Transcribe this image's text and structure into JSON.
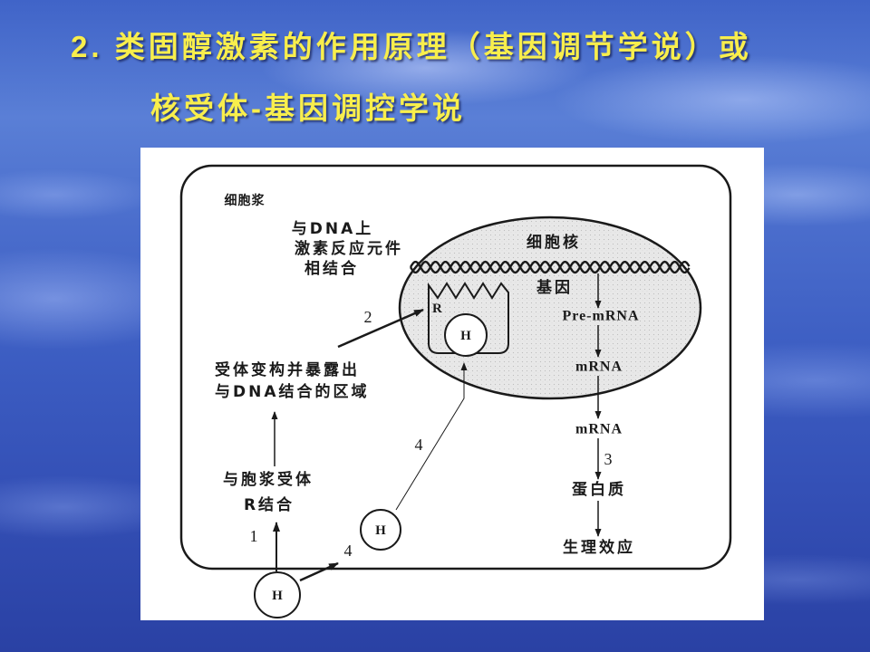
{
  "slide": {
    "title_line1": "2. 类固醇激素的作用原理（基因调节学说）或",
    "title_line2": "核受体-基因调控学说"
  },
  "diagram": {
    "cytoplasm_label": "细胞浆",
    "nucleus_label": "细胞核",
    "gene_label": "基因",
    "receptor_label": "R",
    "hormone_label": "H",
    "dna_binding": [
      "与DNA上",
      "激素反应元件",
      "相结合"
    ],
    "receptor_change": [
      "受体变构并暴露出",
      "与DNA结合的区域"
    ],
    "cytoplasmic_binding": [
      "与胞浆受体",
      "R结合"
    ],
    "pre_mrna": "Pre-mRNA",
    "mrna_nuclear": "mRNA",
    "mrna_cytoplasm": "mRNA",
    "protein": "蛋白质",
    "effect": "生理效应",
    "steps": {
      "step1": "1",
      "step2": "2",
      "step3": "3",
      "step4_entry": "4",
      "step4_nuclear": "4"
    }
  },
  "colors": {
    "title_text": "#f8ee4c",
    "diagram_ink": "#1a1a1a",
    "panel_background": "#ffffff",
    "nucleus_fill": "#e8e8e8"
  }
}
